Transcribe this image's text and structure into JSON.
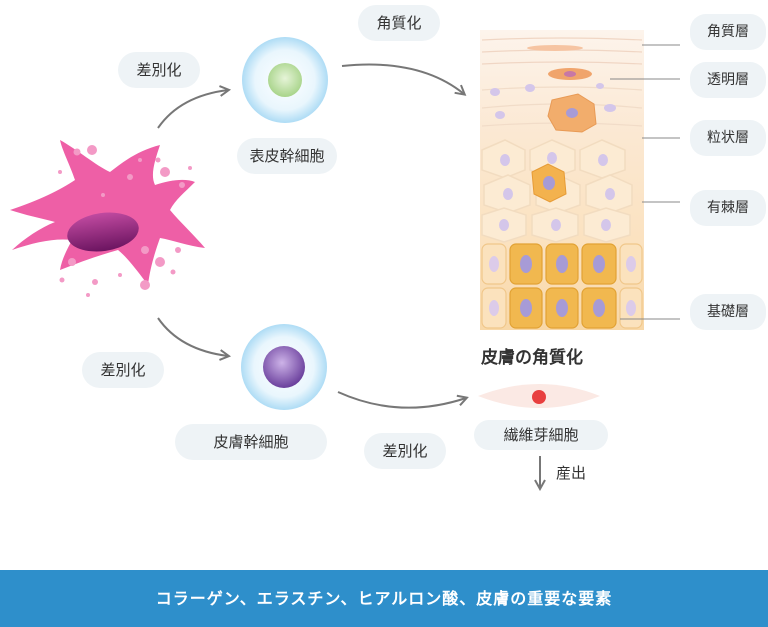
{
  "labels": {
    "diff_top": "差別化",
    "keratinization_top": "角質化",
    "epidermal_stem_cell": "表皮幹細胞",
    "diff_bottom_left": "差別化",
    "dermal_stem_cell": "皮膚幹細胞",
    "diff_bottom_mid": "差別化",
    "skin_keratinization": "皮膚の角質化",
    "fibroblast": "繊維芽細胞",
    "produce": "産出"
  },
  "layers": [
    {
      "label": "角質層"
    },
    {
      "label": "透明層"
    },
    {
      "label": "粒状層"
    },
    {
      "label": "有棘層"
    },
    {
      "label": "基礎層"
    }
  ],
  "banner": "コラーゲン、エラスチン、ヒアルロン酸、皮膚の重要な要素",
  "colors": {
    "fibroblast_pink": "#ee5fa6",
    "nucleus_purple": "#8a1f70",
    "arrow_gray": "#777777",
    "banner_blue": "#2e8fcb",
    "cell_cream": "#fbe6c4",
    "basal_orange": "#f1b84f",
    "nucleus_violet": "#a79bd6"
  }
}
